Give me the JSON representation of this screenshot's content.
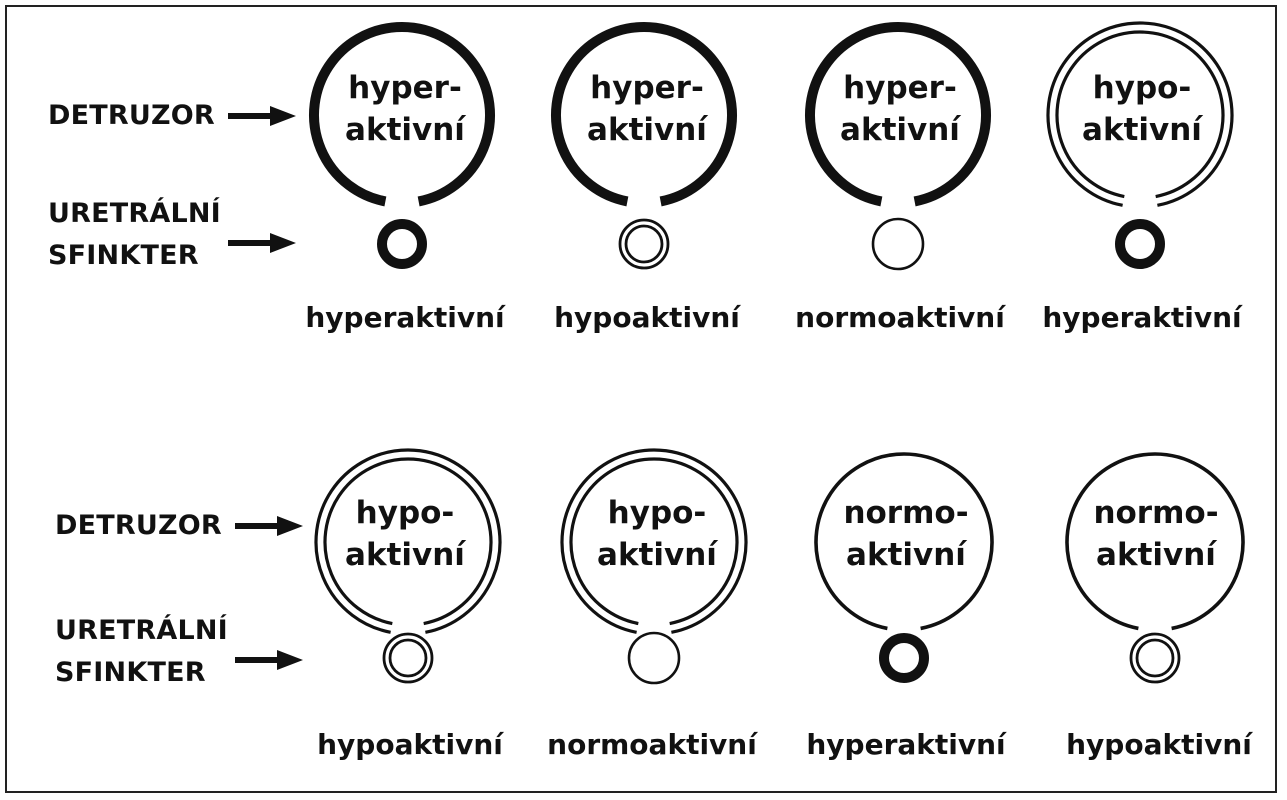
{
  "labels": {
    "detruzor": "DETRUZOR",
    "sphincter_line1": "URETRÁLNÍ",
    "sphincter_line2": "SFINKTER"
  },
  "rows": [
    {
      "panels": [
        {
          "detruzor": {
            "line1": "hyper-",
            "line2": "aktivní",
            "state": "hyperaktivní"
          },
          "sfinkter": {
            "label": "hyperaktivní",
            "state": "hyperaktivní"
          }
        },
        {
          "detruzor": {
            "line1": "hyper-",
            "line2": "aktivní",
            "state": "hyperaktivní"
          },
          "sfinkter": {
            "label": "hypoaktivní",
            "state": "hypoaktivní"
          }
        },
        {
          "detruzor": {
            "line1": "hyper-",
            "line2": "aktivní",
            "state": "hyperaktivní"
          },
          "sfinkter": {
            "label": "normoaktivní",
            "state": "normoaktivní"
          }
        },
        {
          "detruzor": {
            "line1": "hypo-",
            "line2": "aktivní",
            "state": "hypoaktivní"
          },
          "sfinkter": {
            "label": "hyperaktivní",
            "state": "hyperaktivní"
          }
        }
      ]
    },
    {
      "panels": [
        {
          "detruzor": {
            "line1": "hypo-",
            "line2": "aktivní",
            "state": "hypoaktivní"
          },
          "sfinkter": {
            "label": "hypoaktivní",
            "state": "hypoaktivní"
          }
        },
        {
          "detruzor": {
            "line1": "hypo-",
            "line2": "aktivní",
            "state": "hypoaktivní"
          },
          "sfinkter": {
            "label": "normoaktivní",
            "state": "normoaktivní"
          }
        },
        {
          "detruzor": {
            "line1": "normo-",
            "line2": "aktivní",
            "state": "normoaktivní"
          },
          "sfinkter": {
            "label": "hyperaktivní",
            "state": "hyperaktivní"
          }
        },
        {
          "detruzor": {
            "line1": "normo-",
            "line2": "aktivní",
            "state": "normoaktivní"
          },
          "sfinkter": {
            "label": "hypoaktivní",
            "state": "hypoaktivní"
          }
        }
      ]
    }
  ]
}
